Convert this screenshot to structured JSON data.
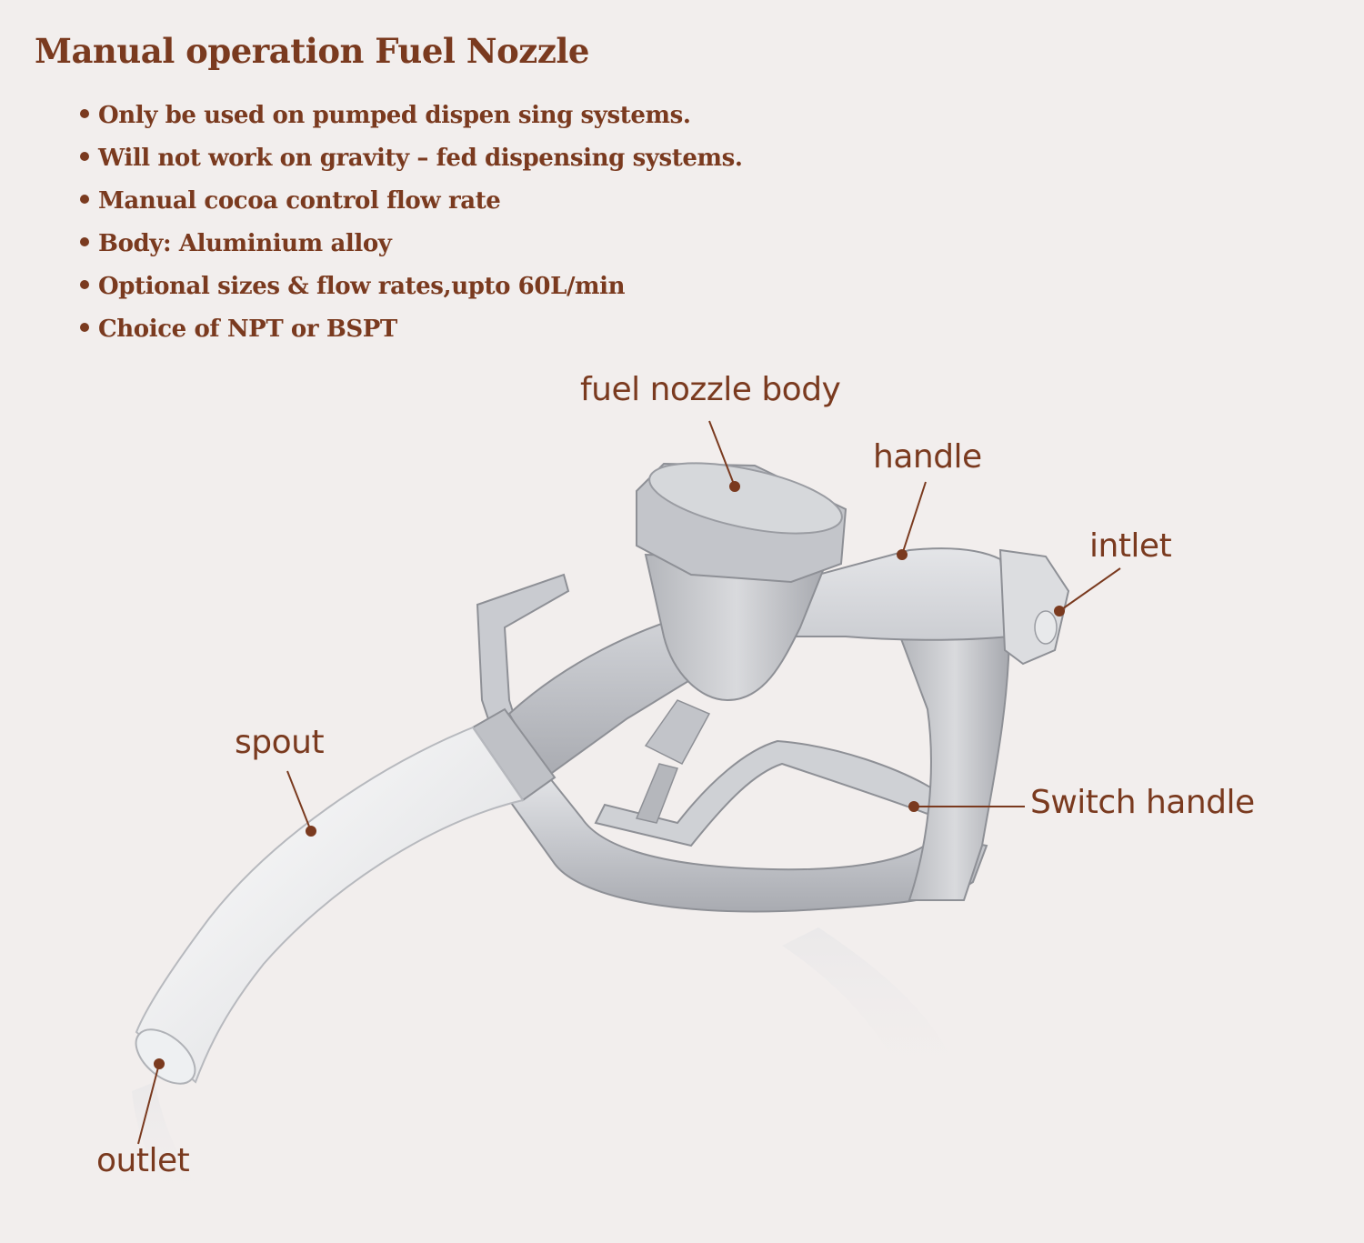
{
  "title": "Manual operation Fuel Nozzle",
  "features": [
    "Only be used on pumped dispen  sing systems.",
    "Will not work on gravity – fed dispensing systems.",
    "Manual cocoa control flow rate",
    "Body: Aluminium alloy",
    "Optional sizes & flow rates,upto 60L/min",
    "Choice of NPT or BSPT"
  ],
  "labels": {
    "body": "fuel nozzle body",
    "handle": "handle",
    "inlet": "intlet",
    "spout": "spout",
    "switch_handle": "Switch handle",
    "outlet": "outlet"
  },
  "colors": {
    "text": "#7a3a1f",
    "background": "#f2eeed",
    "metal": "#c9cbd0"
  }
}
